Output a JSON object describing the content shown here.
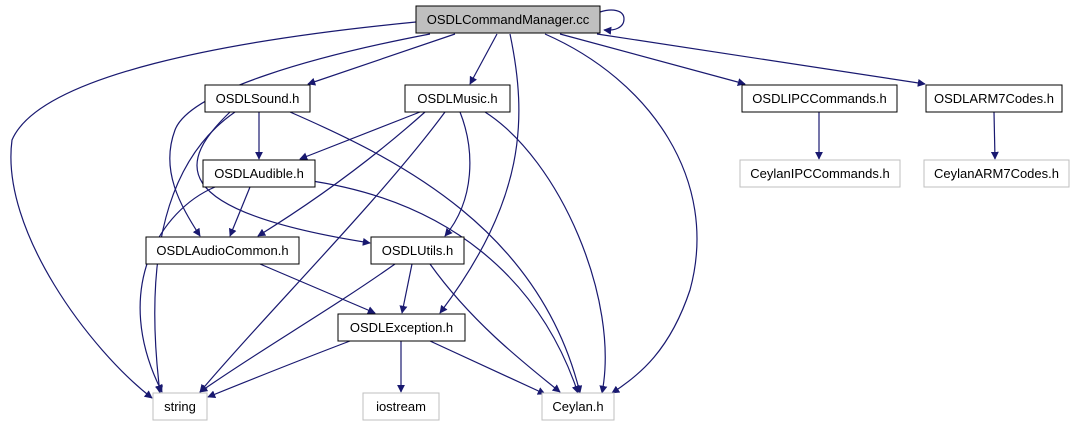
{
  "diagram": {
    "nodes": [
      {
        "id": "cmd",
        "label": "OSDLCommandManager.cc",
        "kind": "root"
      },
      {
        "id": "sound",
        "label": "OSDLSound.h",
        "kind": "normal"
      },
      {
        "id": "music",
        "label": "OSDLMusic.h",
        "kind": "normal"
      },
      {
        "id": "ipc",
        "label": "OSDLIPCCommands.h",
        "kind": "normal"
      },
      {
        "id": "arm7",
        "label": "OSDLARM7Codes.h",
        "kind": "normal"
      },
      {
        "id": "aud",
        "label": "OSDLAudible.h",
        "kind": "normal"
      },
      {
        "id": "cipc",
        "label": "CeylanIPCCommands.h",
        "kind": "external"
      },
      {
        "id": "carm",
        "label": "CeylanARM7Codes.h",
        "kind": "external"
      },
      {
        "id": "ac",
        "label": "OSDLAudioCommon.h",
        "kind": "normal"
      },
      {
        "id": "ut",
        "label": "OSDLUtils.h",
        "kind": "normal"
      },
      {
        "id": "ex",
        "label": "OSDLException.h",
        "kind": "normal"
      },
      {
        "id": "str",
        "label": "string",
        "kind": "external"
      },
      {
        "id": "ios",
        "label": "iostream",
        "kind": "external"
      },
      {
        "id": "cey",
        "label": "Ceylan.h",
        "kind": "external"
      }
    ],
    "edges": [
      {
        "from": "cmd",
        "to": "cmd"
      },
      {
        "from": "cmd",
        "to": "sound"
      },
      {
        "from": "cmd",
        "to": "music"
      },
      {
        "from": "cmd",
        "to": "ipc"
      },
      {
        "from": "cmd",
        "to": "arm7"
      },
      {
        "from": "cmd",
        "to": "str"
      },
      {
        "from": "cmd",
        "to": "ac"
      },
      {
        "from": "cmd",
        "to": "ex"
      },
      {
        "from": "cmd",
        "to": "cey"
      },
      {
        "from": "sound",
        "to": "aud"
      },
      {
        "from": "sound",
        "to": "str"
      },
      {
        "from": "sound",
        "to": "ut"
      },
      {
        "from": "sound",
        "to": "cey"
      },
      {
        "from": "music",
        "to": "aud"
      },
      {
        "from": "music",
        "to": "ac"
      },
      {
        "from": "music",
        "to": "ut"
      },
      {
        "from": "music",
        "to": "str"
      },
      {
        "from": "music",
        "to": "cey"
      },
      {
        "from": "ipc",
        "to": "cipc"
      },
      {
        "from": "arm7",
        "to": "carm"
      },
      {
        "from": "aud",
        "to": "ac"
      },
      {
        "from": "aud",
        "to": "str"
      },
      {
        "from": "aud",
        "to": "cey"
      },
      {
        "from": "ac",
        "to": "ex"
      },
      {
        "from": "ut",
        "to": "ex"
      },
      {
        "from": "ut",
        "to": "str"
      },
      {
        "from": "ut",
        "to": "cey"
      },
      {
        "from": "ex",
        "to": "ios"
      },
      {
        "from": "ex",
        "to": "str"
      },
      {
        "from": "ex",
        "to": "cey"
      }
    ]
  }
}
